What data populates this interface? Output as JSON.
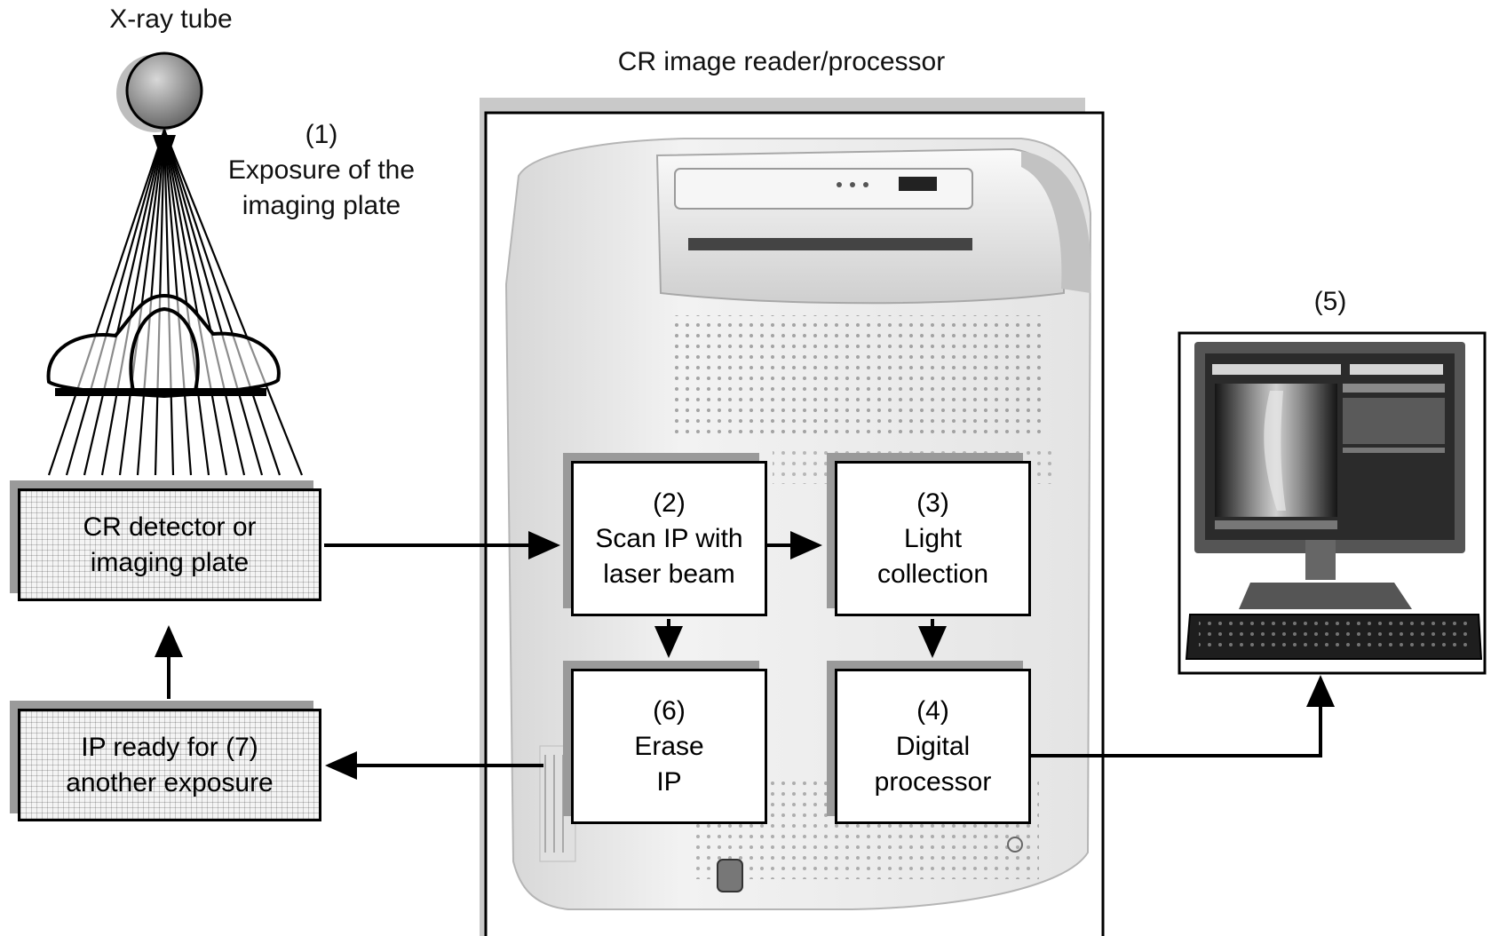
{
  "title": "CR image reader/processor",
  "xray": {
    "label": "X-ray tube"
  },
  "step1": {
    "number": "(1)",
    "line1": "Exposure of the",
    "line2": "imaging plate"
  },
  "detector": {
    "line1": "CR detector or",
    "line2": "imaging plate"
  },
  "ready": {
    "line1": "IP ready for (7)",
    "line2": "another exposure"
  },
  "step2": {
    "number": "(2)",
    "line1": "Scan IP with",
    "line2": "laser beam"
  },
  "step3": {
    "number": "(3)",
    "line1": "Light",
    "line2": "collection"
  },
  "step4": {
    "number": "(4)",
    "line1": "Digital",
    "line2": "processor"
  },
  "step6": {
    "number": "(6)",
    "line1": "Erase",
    "line2": "IP"
  },
  "step5": {
    "number": "(5)"
  },
  "colors": {
    "stroke": "#000000",
    "shadow": "#9a9a9a",
    "machine": "#eeeeee",
    "screen": "#2a2a2a"
  }
}
